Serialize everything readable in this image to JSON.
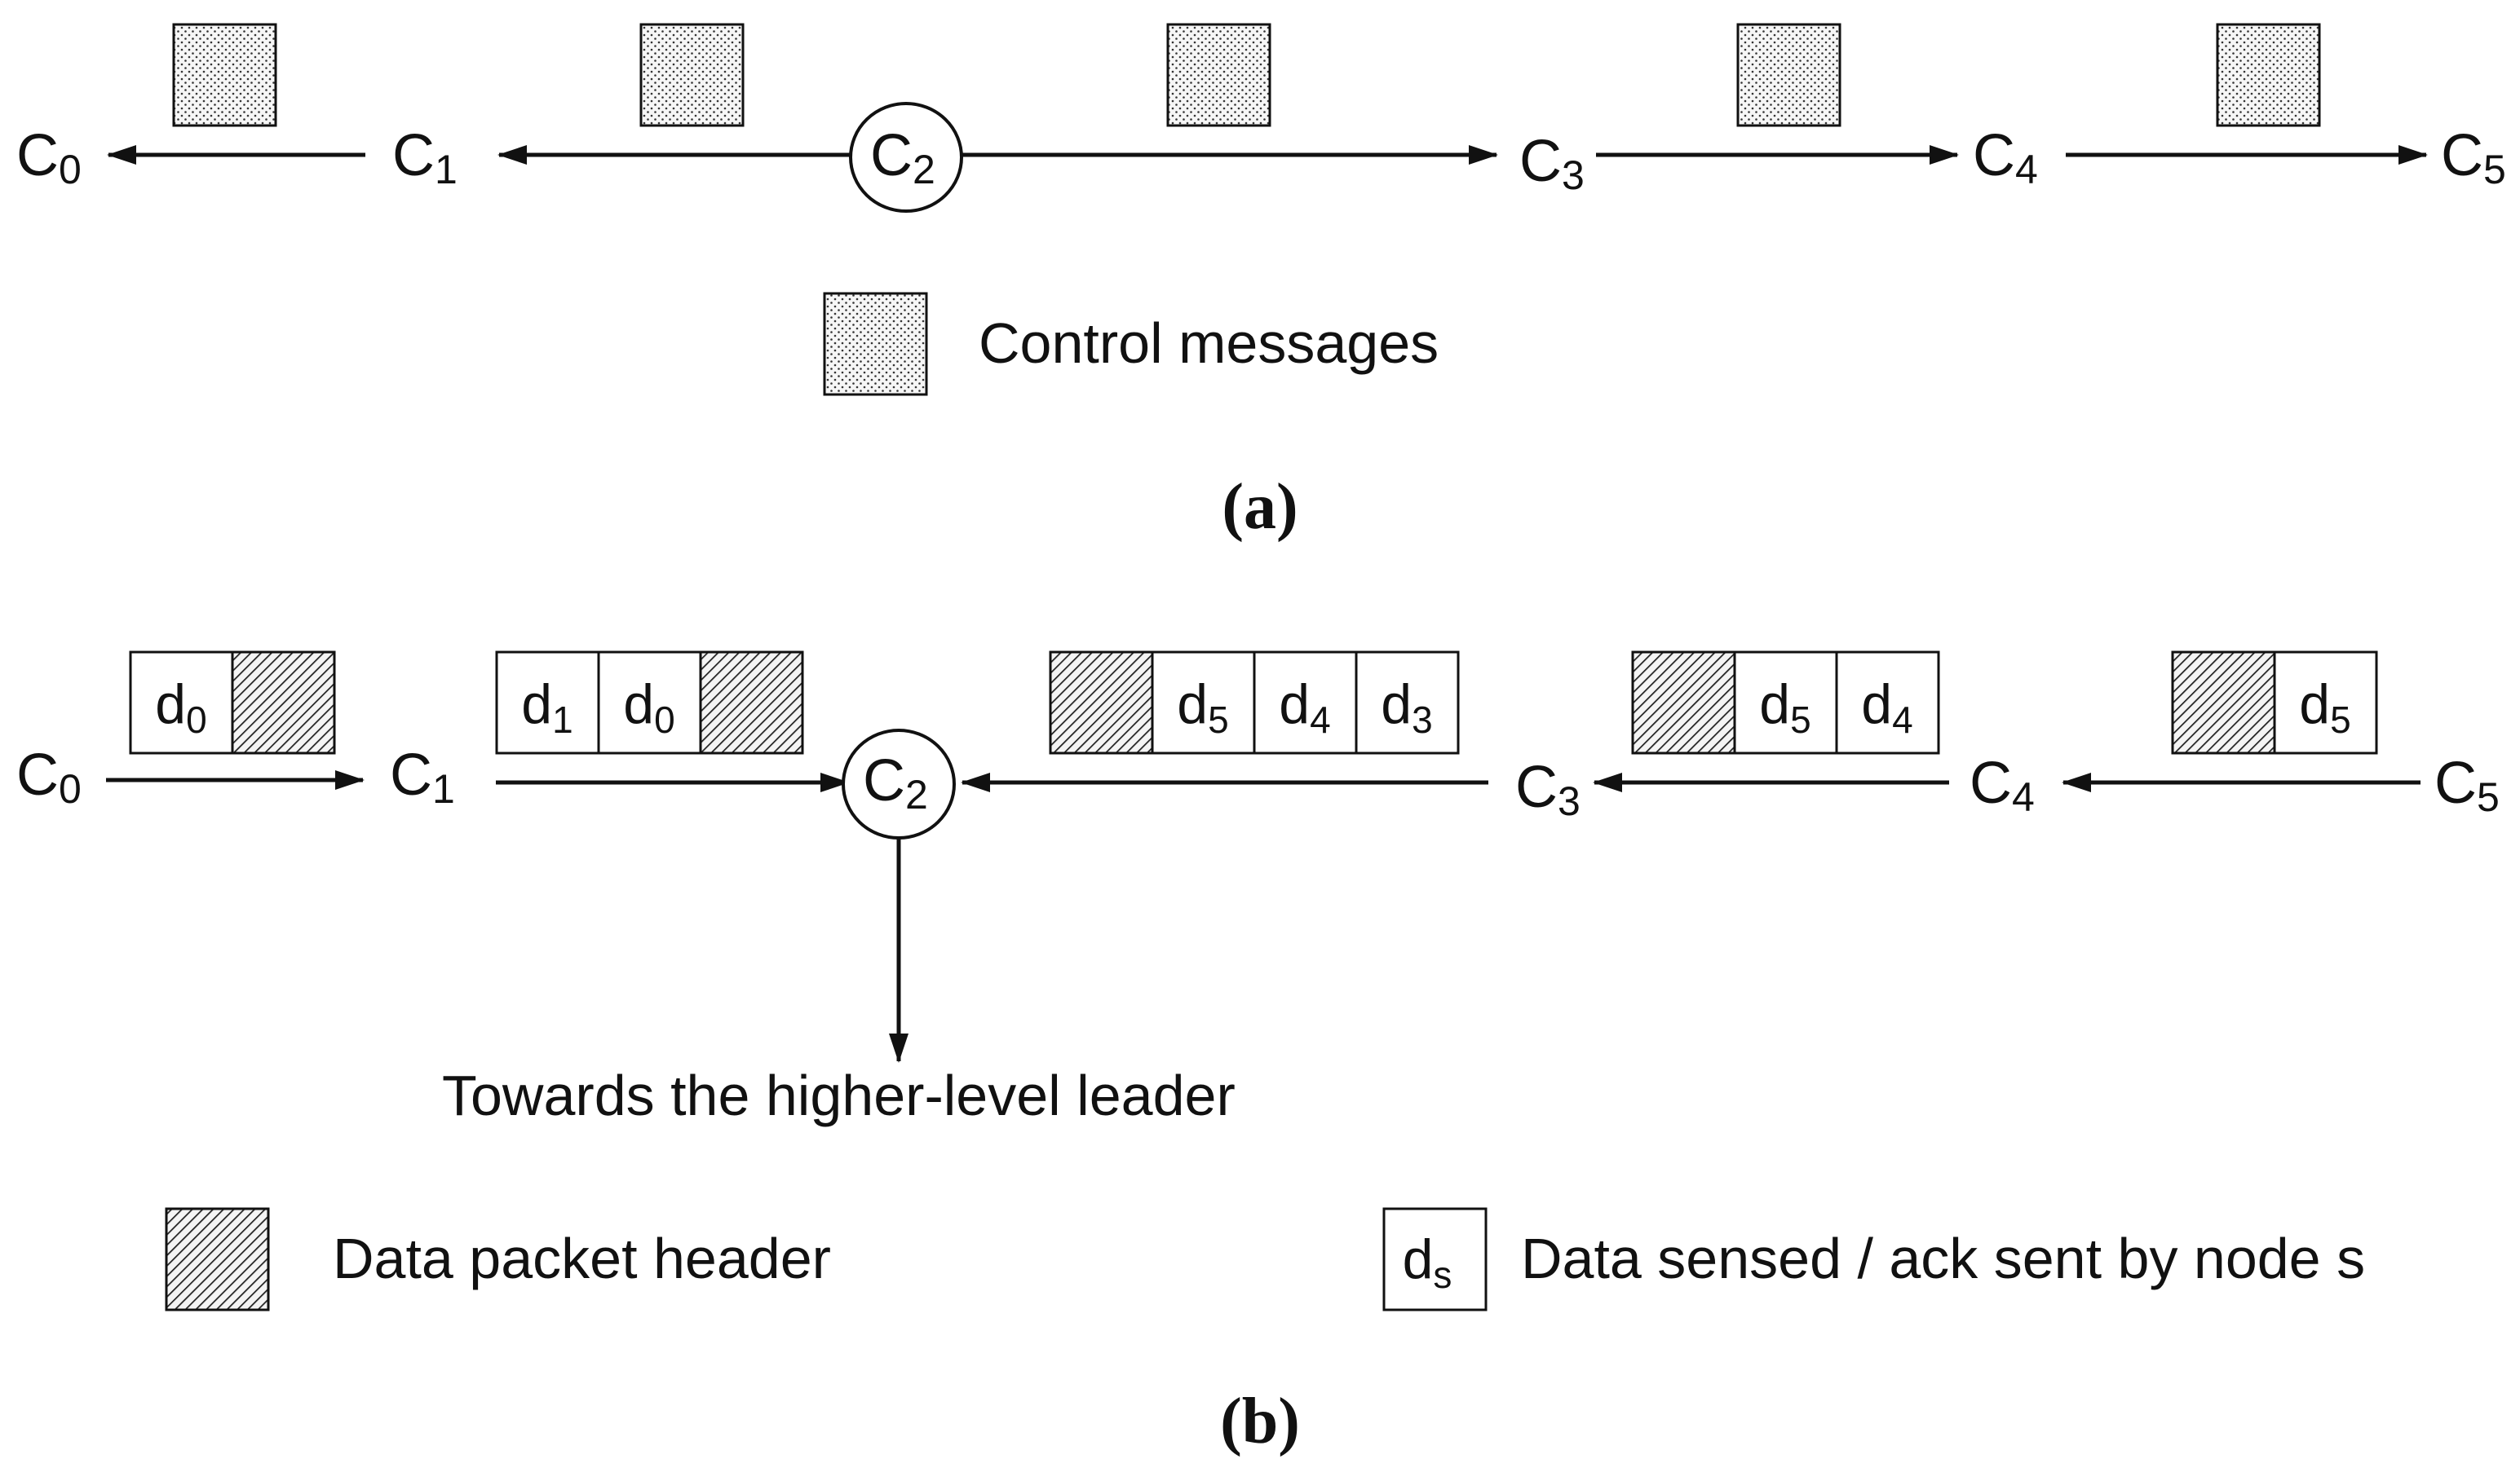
{
  "panel_a": {
    "caption": "(a)",
    "nodes": {
      "c0": {
        "base": "C",
        "sub": "0"
      },
      "c1": {
        "base": "C",
        "sub": "1"
      },
      "c2": {
        "base": "C",
        "sub": "2"
      },
      "c3": {
        "base": "C",
        "sub": "3"
      },
      "c4": {
        "base": "C",
        "sub": "4"
      },
      "c5": {
        "base": "C",
        "sub": "5"
      }
    },
    "legend": {
      "control_label": "Control messages"
    }
  },
  "panel_b": {
    "caption": "(b)",
    "nodes": {
      "c0": {
        "base": "C",
        "sub": "0"
      },
      "c1": {
        "base": "C",
        "sub": "1"
      },
      "c2": {
        "base": "C",
        "sub": "2"
      },
      "c3": {
        "base": "C",
        "sub": "3"
      },
      "c4": {
        "base": "C",
        "sub": "4"
      },
      "c5": {
        "base": "C",
        "sub": "5"
      }
    },
    "packets": {
      "c0_c1": [
        {
          "base": "d",
          "sub": "0"
        }
      ],
      "c1_c2": [
        {
          "base": "d",
          "sub": "1"
        },
        {
          "base": "d",
          "sub": "0"
        }
      ],
      "c3_c2": [
        {
          "base": "d",
          "sub": "5"
        },
        {
          "base": "d",
          "sub": "4"
        },
        {
          "base": "d",
          "sub": "3"
        }
      ],
      "c4_c3": [
        {
          "base": "d",
          "sub": "5"
        },
        {
          "base": "d",
          "sub": "4"
        }
      ],
      "c5_c4": [
        {
          "base": "d",
          "sub": "5"
        }
      ]
    },
    "towards_label": "Towards the higher-level leader",
    "legend": {
      "header_label": "Data packet header",
      "data_symbol": {
        "base": "d",
        "sub": "s"
      },
      "data_label": "Data sensed / ack sent by node s"
    }
  },
  "colors": {
    "line": "#111111",
    "background": "#ffffff",
    "box_fill": "#f6f6f6"
  }
}
